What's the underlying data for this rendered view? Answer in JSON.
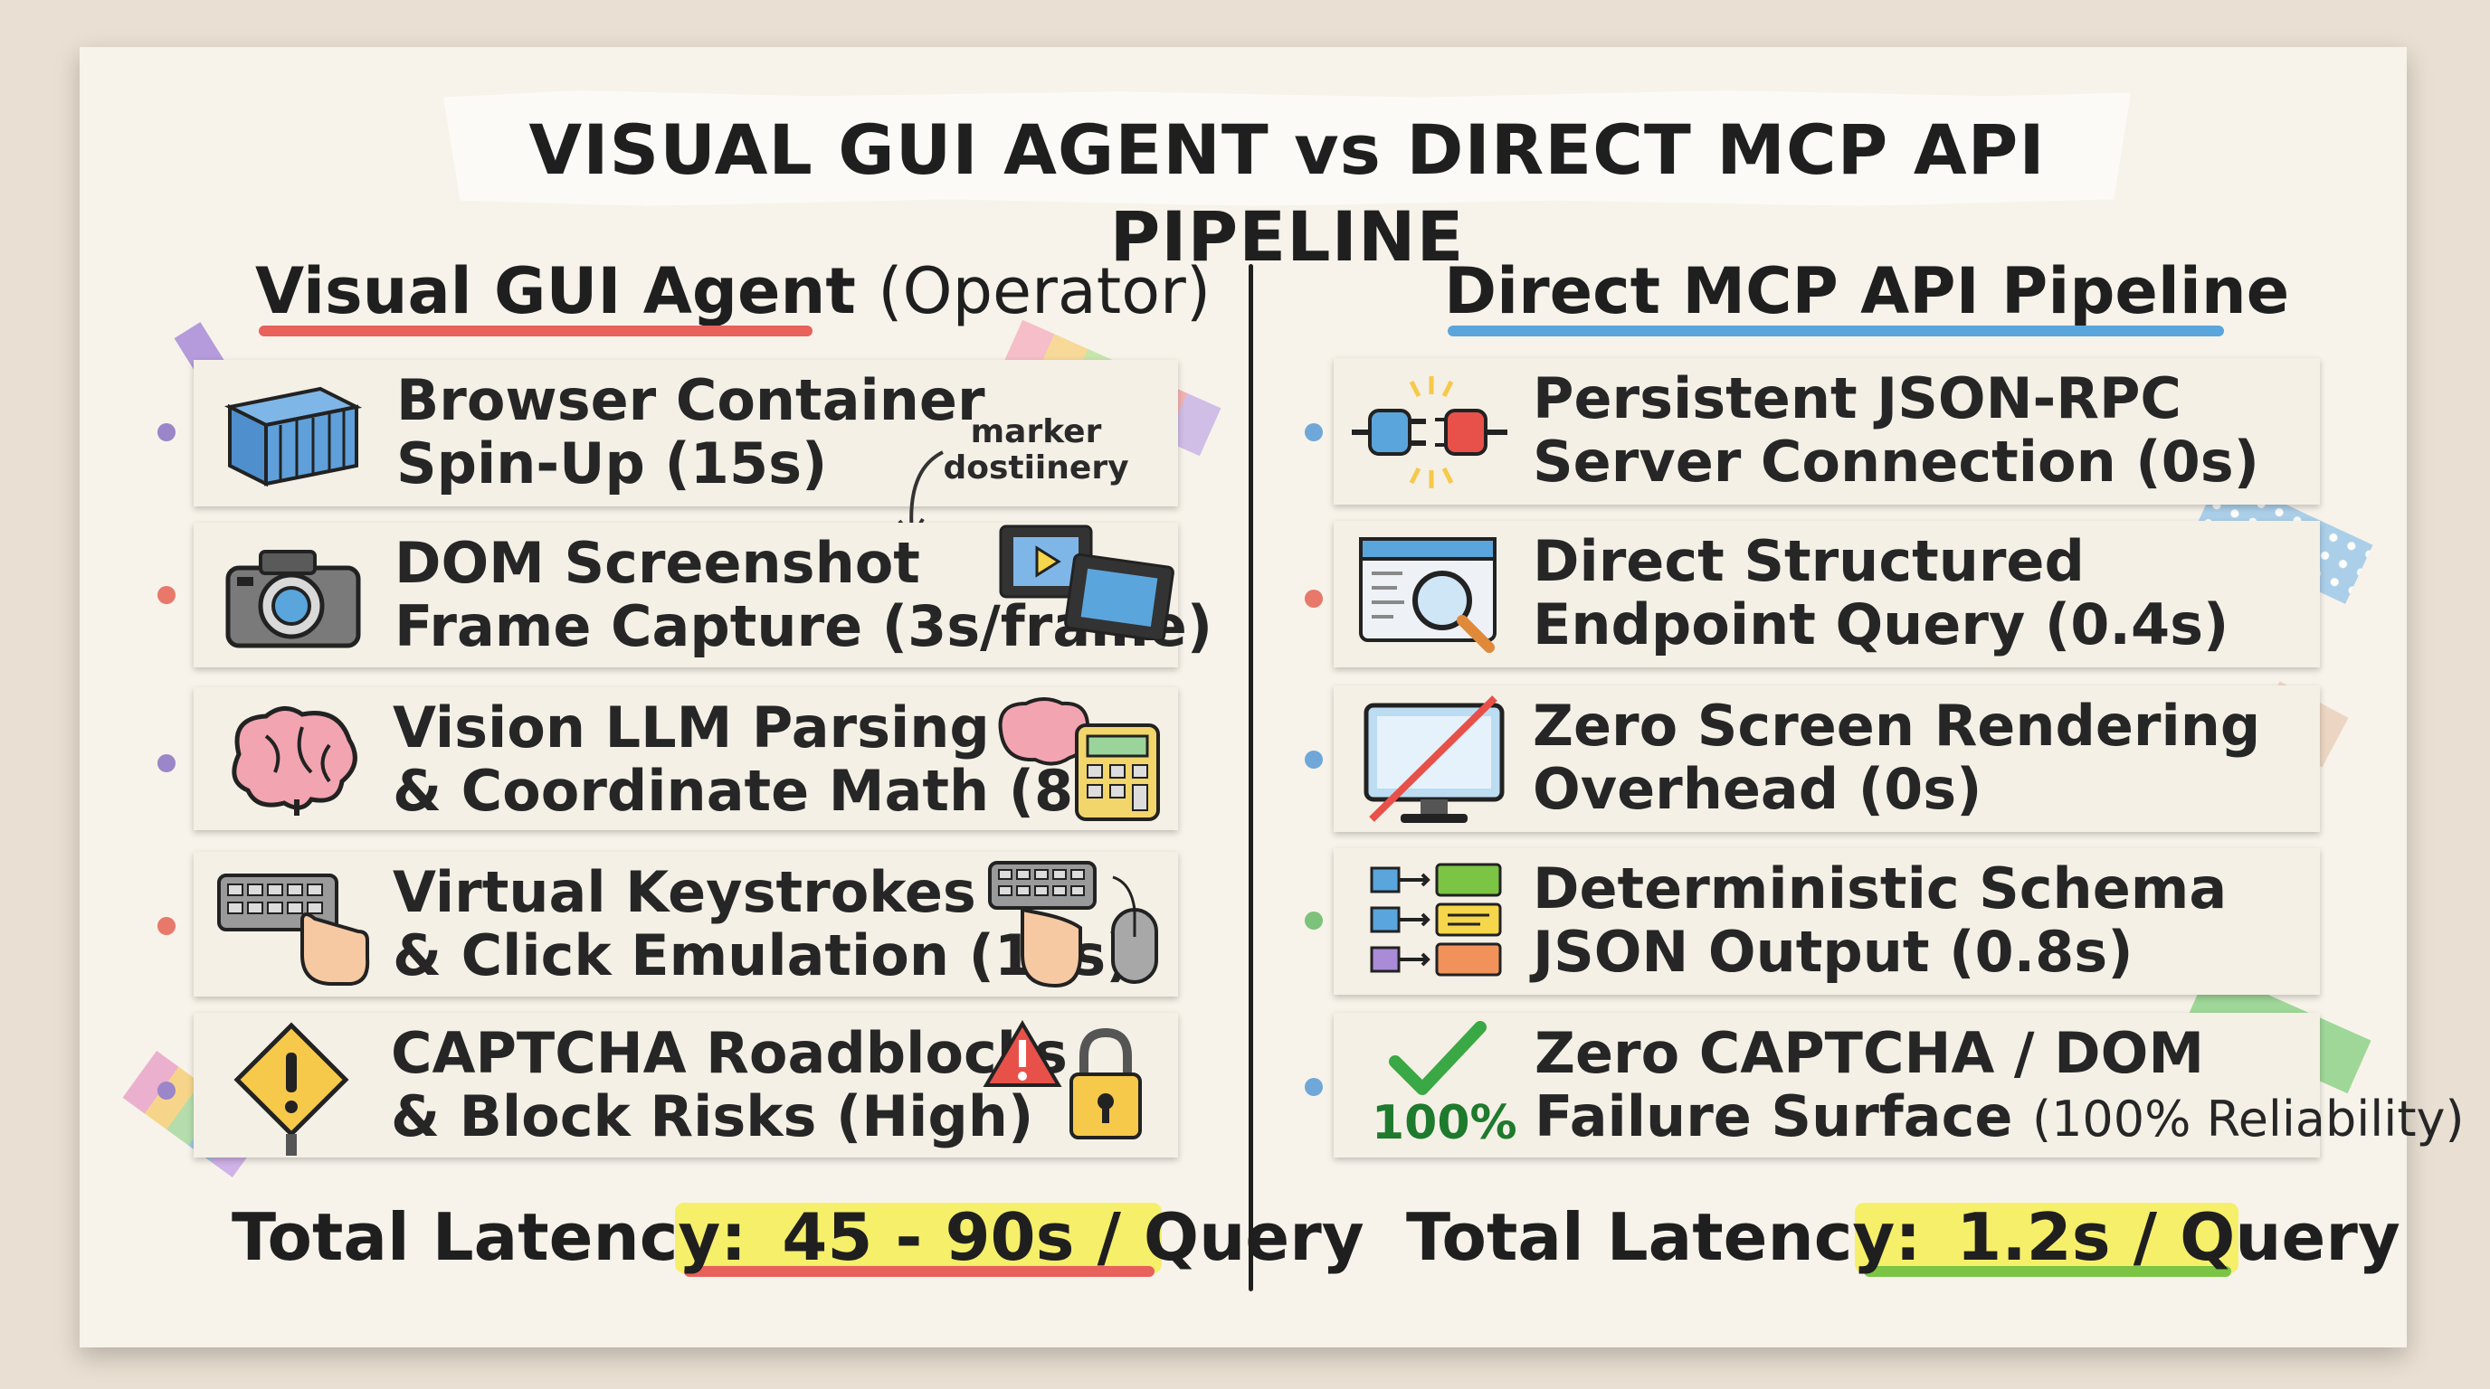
{
  "title": "VISUAL GUI AGENT vs DIRECT MCP API PIPELINE",
  "left": {
    "heading": "Visual GUI Agent",
    "heading_suffix": "(Operator)",
    "cards": [
      {
        "line1": "Browser Container",
        "line2": "Spin-Up (15s)",
        "icon": "container-icon",
        "dot": "#9b86c9"
      },
      {
        "line1": "DOM Screenshot",
        "line2": "Frame Capture (3s/frame)",
        "icon": "camera-icon",
        "dot": "#e8786a"
      },
      {
        "line1": "Vision LLM Parsing",
        "line2": "& Coordinate Math (8s)",
        "icon": "brain-icon",
        "dot": "#9b86c9"
      },
      {
        "line1": "Virtual Keystrokes",
        "line2": "& Click Emulation (10s)",
        "icon": "keyboard-icon",
        "dot": "#e8786a"
      },
      {
        "line1": "CAPTCHA Roadblocks",
        "line2": "& Block Risks (High)",
        "icon": "warning-sign-icon",
        "dot": "#9b86c9"
      }
    ],
    "note": "marker dostiinery",
    "total_label": "Total Latency:",
    "total_value": "45 - 90s / Query"
  },
  "right": {
    "heading": "Direct MCP API Pipeline",
    "cards": [
      {
        "line1": "Persistent JSON-RPC",
        "line2": "Server Connection (0s)",
        "icon": "plug-icon",
        "dot": "#6fa8d8"
      },
      {
        "line1": "Direct Structured",
        "line2": "Endpoint Query (0.4s)",
        "icon": "magnifier-window-icon",
        "dot": "#e8786a"
      },
      {
        "line1": "Zero Screen Rendering",
        "line2": "Overhead (0s)",
        "icon": "crossed-monitor-icon",
        "dot": "#6fa8d8"
      },
      {
        "line1": "Deterministic Schema",
        "line2": "JSON Output (0.8s)",
        "icon": "schema-icon",
        "dot": "#7cc27a"
      },
      {
        "line1": "Zero CAPTCHA / DOM",
        "line2": "Failure Surface",
        "line2_small": "(100% Reliability)",
        "icon": "checkmark-icon",
        "dot": "#6fa8d8"
      }
    ],
    "pct_label": "100%",
    "total_label": "Total Latency:",
    "total_value": "1.2s / Query"
  },
  "colors": {
    "red_underline": "#e8615b",
    "blue_underline": "#5aa5dc",
    "yellow_highlight": "#f6ef6a",
    "green_underline": "#7cc444"
  }
}
